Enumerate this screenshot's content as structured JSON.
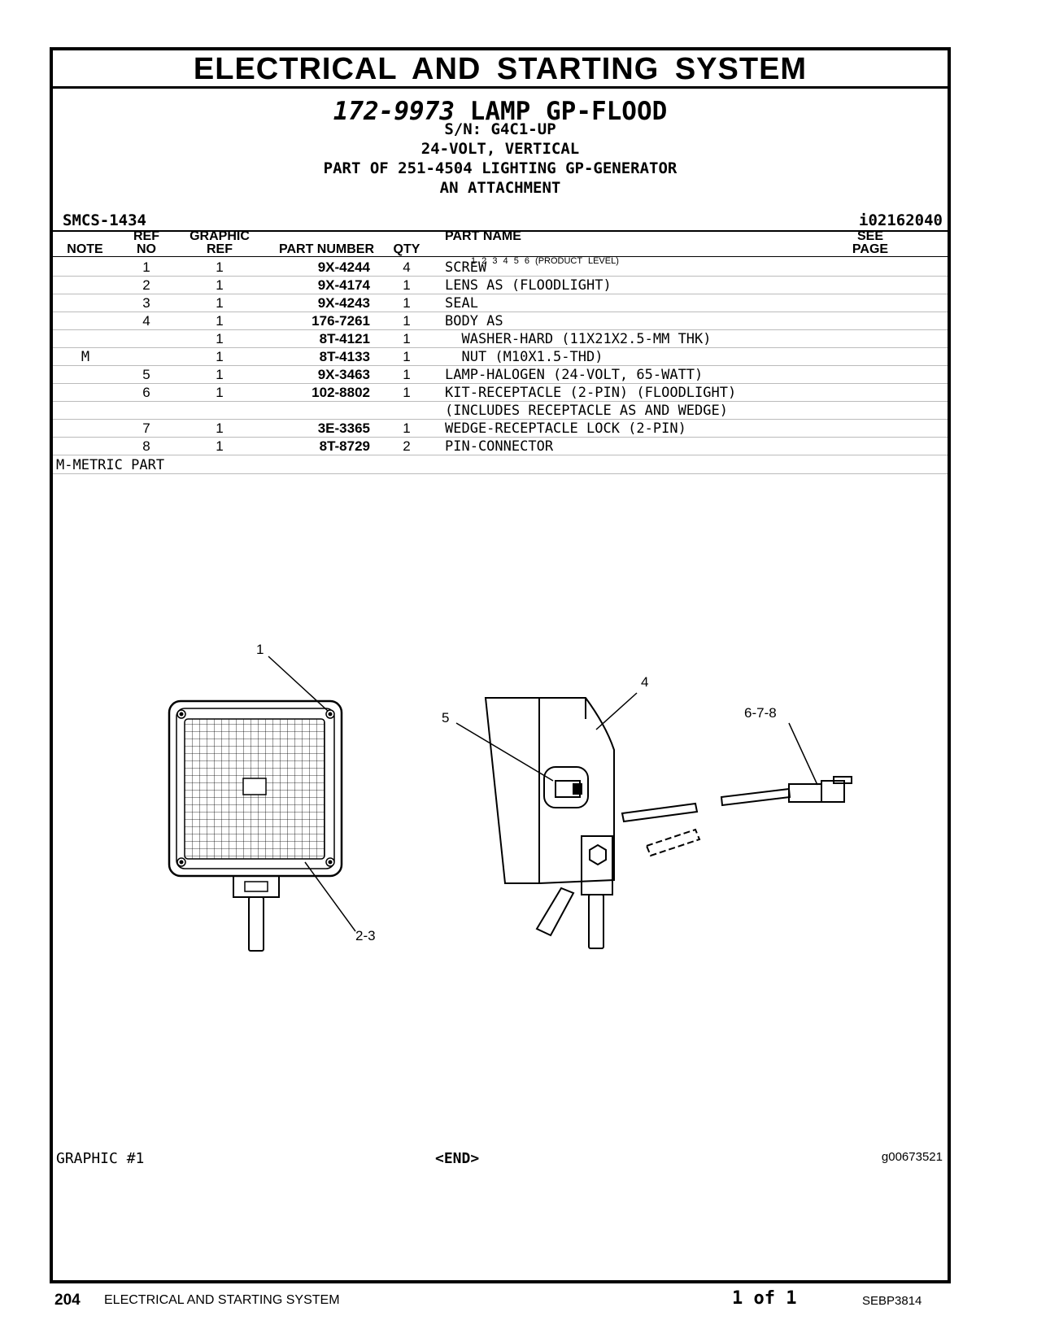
{
  "banner": "ELECTRICAL AND STARTING SYSTEM",
  "header": {
    "part_number": "172-9973",
    "part_title": "LAMP GP-FLOOD",
    "serial": "S/N: G4C1-UP",
    "variant": "24-VOLT, VERTICAL",
    "part_of": "PART OF 251-4504 LIGHTING GP-GENERATOR",
    "attachment": "AN ATTACHMENT",
    "smcs": "SMCS-1434",
    "doc_id": "i02162040"
  },
  "columns": {
    "note": "NOTE",
    "ref_no": "REF NO",
    "ref_no_1": "REF",
    "ref_no_2": "NO",
    "graphic_ref_1": "GRAPHIC",
    "graphic_ref_2": "REF",
    "part_number": "PART NUMBER",
    "qty": "QTY",
    "part_name": "PART NAME",
    "product_level": "1  2  3  4  5  6  (PRODUCT LEVEL)",
    "see_page_1": "SEE",
    "see_page_2": "PAGE"
  },
  "rows": [
    {
      "note": "",
      "ref": "1",
      "gref": "1",
      "pn": "9X-4244",
      "qty": "4",
      "name": "SCREW"
    },
    {
      "note": "",
      "ref": "2",
      "gref": "1",
      "pn": "9X-4174",
      "qty": "1",
      "name": "LENS AS (FLOODLIGHT)"
    },
    {
      "note": "",
      "ref": "3",
      "gref": "1",
      "pn": "9X-4243",
      "qty": "1",
      "name": "SEAL"
    },
    {
      "note": "",
      "ref": "4",
      "gref": "1",
      "pn": "176-7261",
      "qty": "1",
      "name": "BODY AS"
    },
    {
      "note": "",
      "ref": "",
      "gref": "1",
      "pn": "8T-4121",
      "qty": "1",
      "name": "  WASHER-HARD (11X21X2.5-MM THK)"
    },
    {
      "note": "M",
      "ref": "",
      "gref": "1",
      "pn": "8T-4133",
      "qty": "1",
      "name": "  NUT (M10X1.5-THD)"
    },
    {
      "note": "",
      "ref": "5",
      "gref": "1",
      "pn": "9X-3463",
      "qty": "1",
      "name": "LAMP-HALOGEN (24-VOLT, 65-WATT)"
    },
    {
      "note": "",
      "ref": "6",
      "gref": "1",
      "pn": "102-8802",
      "qty": "1",
      "name": "KIT-RECEPTACLE (2-PIN) (FLOODLIGHT)"
    },
    {
      "note": "",
      "ref": "",
      "gref": "",
      "pn": "",
      "qty": "",
      "name": "(INCLUDES RECEPTACLE AS AND WEDGE)"
    },
    {
      "note": "",
      "ref": "7",
      "gref": "1",
      "pn": "3E-3365",
      "qty": "1",
      "name": "WEDGE-RECEPTACLE LOCK (2-PIN)"
    },
    {
      "note": "",
      "ref": "8",
      "gref": "1",
      "pn": "8T-8729",
      "qty": "2",
      "name": "PIN-CONNECTOR"
    }
  ],
  "metric_note": "M-METRIC PART",
  "callouts": {
    "c1": "1",
    "c23": "2-3",
    "c4": "4",
    "c5": "5",
    "c678": "6-7-8"
  },
  "graphic_footer": {
    "label": "GRAPHIC #1",
    "end": "<END>",
    "graphic_id": "g00673521"
  },
  "page_footer": {
    "page_no": "204",
    "section": "ELECTRICAL AND STARTING SYSTEM",
    "pages": "1 of 1",
    "doc": "SEBP3814"
  }
}
